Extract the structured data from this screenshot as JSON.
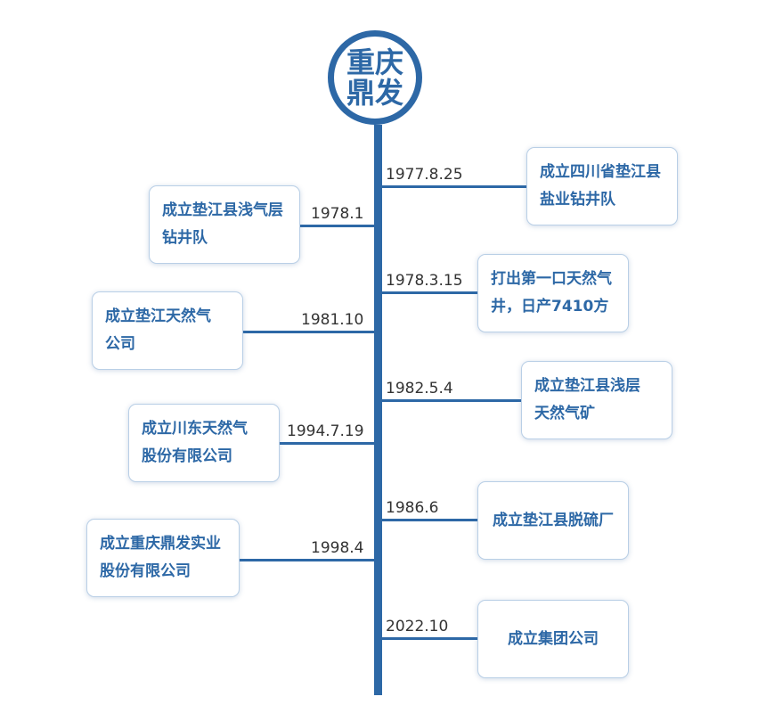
{
  "logo": {
    "line1": "重庆",
    "line2": "鼎发"
  },
  "colors": {
    "accent": "#2d68a6",
    "card_border": "#b9cfe6",
    "date_text": "#333333"
  },
  "events": [
    {
      "date": "1977.8.25",
      "side": "right",
      "lines": [
        "成立四川省垫江县",
        "盐业钻井队"
      ]
    },
    {
      "date": "1978.1",
      "side": "left",
      "lines": [
        "成立垫江县浅气层",
        "钻井队"
      ]
    },
    {
      "date": "1978.3.15",
      "side": "right",
      "lines": [
        "打出第一口天然气",
        "井，日产7410方"
      ]
    },
    {
      "date": "1981.10",
      "side": "left",
      "lines": [
        "成立垫江天然气",
        "公司"
      ]
    },
    {
      "date": "1982.5.4",
      "side": "right",
      "lines": [
        "成立垫江县浅层",
        "天然气矿"
      ]
    },
    {
      "date": "1994.7.19",
      "side": "left",
      "lines": [
        "成立川东天然气",
        "股份有限公司"
      ]
    },
    {
      "date": "1986.6",
      "side": "right",
      "lines": [
        "成立垫江县脱硫厂"
      ]
    },
    {
      "date": "1998.4",
      "side": "left",
      "lines": [
        "成立重庆鼎发实业",
        "股份有限公司"
      ]
    },
    {
      "date": "2022.10",
      "side": "right",
      "lines": [
        "成立集团公司"
      ]
    }
  ]
}
